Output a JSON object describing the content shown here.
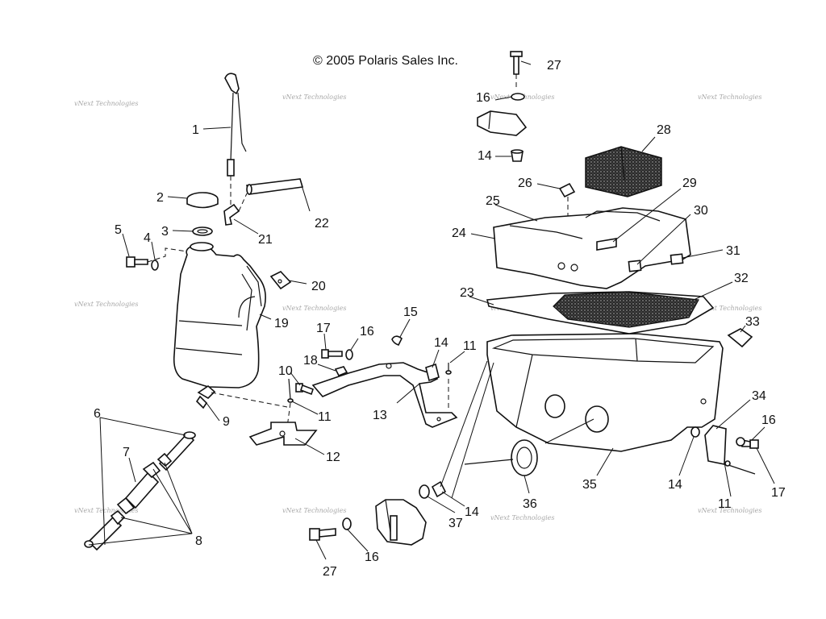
{
  "copyright": "© 2005 Polaris Sales Inc.",
  "watermark": "vNext Technologies",
  "callouts": [
    "1",
    "2",
    "3",
    "4",
    "5",
    "6",
    "7",
    "8",
    "9",
    "10",
    "11",
    "11",
    "11",
    "12",
    "13",
    "14",
    "14",
    "14",
    "14",
    "15",
    "16",
    "16",
    "16",
    "16",
    "17",
    "17",
    "18",
    "19",
    "20",
    "21",
    "22",
    "23",
    "24",
    "25",
    "26",
    "27",
    "27",
    "28",
    "29",
    "30",
    "31",
    "32",
    "33",
    "34",
    "35",
    "36",
    "37"
  ]
}
